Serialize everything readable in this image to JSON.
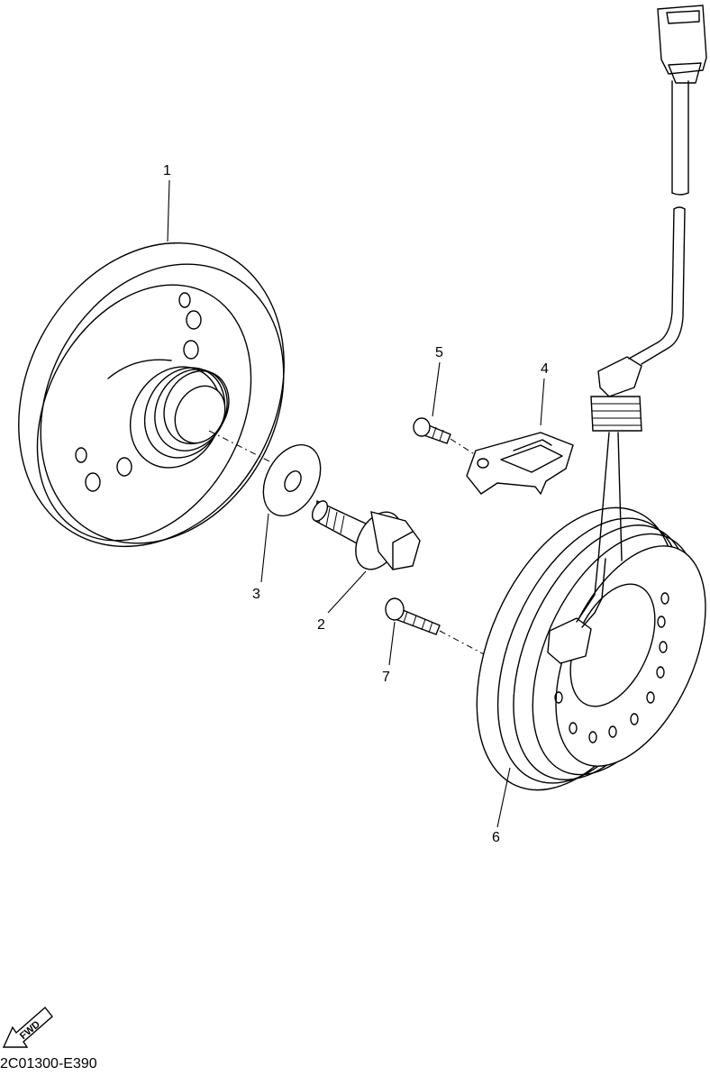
{
  "diagram_code": "2C01300-E390",
  "fwd_label": "FWD",
  "callouts": {
    "rotor": "1",
    "bolt": "2",
    "washer": "3",
    "clamp": "4",
    "screw_clamp": "5",
    "stator": "6",
    "screw_stator": "7"
  }
}
